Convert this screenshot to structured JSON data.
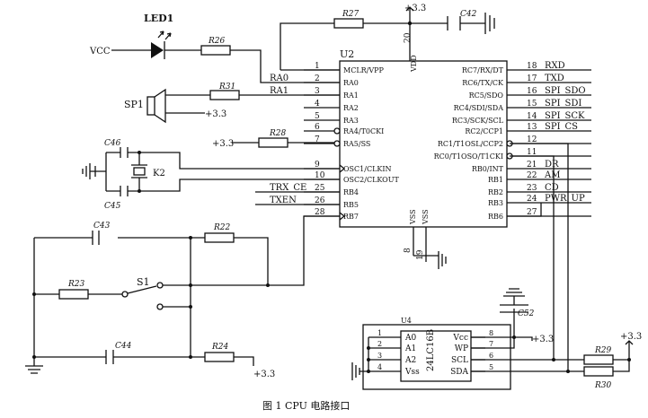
{
  "caption": "图 1   CPU 电路接口",
  "power": {
    "vcc": "VCC",
    "supply_top": "+3.3",
    "supply_left": "+3.3",
    "supply_r28": "+3.3",
    "supply_bottom": "+3.3",
    "supply_c52": "+3.3",
    "supply_right": "+3.3"
  },
  "components": {
    "led": "LED1",
    "speaker": "SP1",
    "switch": "S1",
    "crystal": "K2",
    "resistors": {
      "r22": "R22",
      "r23": "R23",
      "r24": "R24",
      "r26": "R26",
      "r27": "R27",
      "r28": "R28",
      "r29": "R29",
      "r30": "R30",
      "r31": "R31"
    },
    "capacitors": {
      "c42": "C42",
      "c43": "C43",
      "c44": "C44",
      "c45": "C45",
      "c46": "C46",
      "c52": "C52"
    }
  },
  "u2": {
    "ref": "U2",
    "vdd_label": "VDD",
    "vdd_pin": "20",
    "vss_labels": [
      "VSS",
      "VSS"
    ],
    "vss_pins": [
      "8",
      "19"
    ],
    "left_pins": [
      {
        "num": "1",
        "name": "MCLR/VPP",
        "net": ""
      },
      {
        "num": "2",
        "name": "RA0",
        "net": "RA0"
      },
      {
        "num": "3",
        "name": "RA1",
        "net": "RA1"
      },
      {
        "num": "4",
        "name": "RA2",
        "net": ""
      },
      {
        "num": "5",
        "name": "RA3",
        "net": ""
      },
      {
        "num": "6",
        "name": "RA4/T0CKI",
        "net": ""
      },
      {
        "num": "7",
        "name": "RA5/SS",
        "net": ""
      },
      {
        "num": "9",
        "name": "OSC1/CLKIN",
        "net": ""
      },
      {
        "num": "10",
        "name": "OSC2/CLKOUT",
        "net": ""
      },
      {
        "num": "25",
        "name": "RB4",
        "net": "TRX_CE"
      },
      {
        "num": "26",
        "name": "RB5",
        "net": "TXEN"
      },
      {
        "num": "28",
        "name": "RB7",
        "net": ""
      }
    ],
    "right_pins": [
      {
        "num": "18",
        "name": "RC7/RX/DT",
        "net": "RXD"
      },
      {
        "num": "17",
        "name": "RC6/TX/CK",
        "net": "TXD"
      },
      {
        "num": "16",
        "name": "RC5/SDO",
        "net": "SPI_SDO"
      },
      {
        "num": "15",
        "name": "RC4/SDI/SDA",
        "net": "SPI_SDI"
      },
      {
        "num": "14",
        "name": "RC3/SCK/SCL",
        "net": "SPI_SCK"
      },
      {
        "num": "13",
        "name": "RC2/CCP1",
        "net": "SPI_CS"
      },
      {
        "num": "12",
        "name": "RC1/T1OSL/CCP2",
        "net": ""
      },
      {
        "num": "11",
        "name": "RC0/T1OSO/T1CKI",
        "net": ""
      },
      {
        "num": "21",
        "name": "RB0/INT",
        "net": "DR"
      },
      {
        "num": "22",
        "name": "RB1",
        "net": "AM"
      },
      {
        "num": "23",
        "name": "RB2",
        "net": "CD"
      },
      {
        "num": "24",
        "name": "RB3",
        "net": "PWR_UP"
      },
      {
        "num": "27",
        "name": "RB6",
        "net": ""
      }
    ]
  },
  "u4": {
    "ref": "U4",
    "part": "24LC16B",
    "left_pins": [
      {
        "num": "1",
        "name": "A0"
      },
      {
        "num": "2",
        "name": "A1"
      },
      {
        "num": "3",
        "name": "A2"
      },
      {
        "num": "4",
        "name": "Vss"
      }
    ],
    "right_pins": [
      {
        "num": "8",
        "name": "Vcc"
      },
      {
        "num": "7",
        "name": "WP"
      },
      {
        "num": "6",
        "name": "SCL"
      },
      {
        "num": "5",
        "name": "SDA"
      }
    ]
  }
}
